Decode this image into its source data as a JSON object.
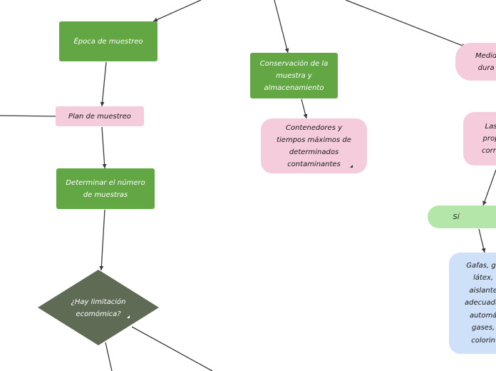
{
  "nodes": {
    "epoca": "Época de muestreo",
    "plan": "Plan de muestreo",
    "determinar": "Determinar el número de muestras",
    "limitacion": "¿Hay limitación ecomómica?",
    "conservacion": "Conservación de la muestra y almacenamiento",
    "contenedores": "Contenedores y tiempos máximos de determinados contaminantes",
    "medidas_partial": "Medid\ndura",
    "las_partial": "Las\nprop\ncorro",
    "si": "Sí",
    "gafas_partial": "Gafas, gu\nlátex,\naislante\nadecuada,\nautomá\ngases,\ncolorin"
  },
  "colors": {
    "green": "#62a744",
    "pink": "#f4ccdb",
    "dark_diamond": "#5f6b55",
    "light_green": "#b3e6a8",
    "light_blue": "#cfe1f8",
    "connector": "#3a3a3a"
  }
}
